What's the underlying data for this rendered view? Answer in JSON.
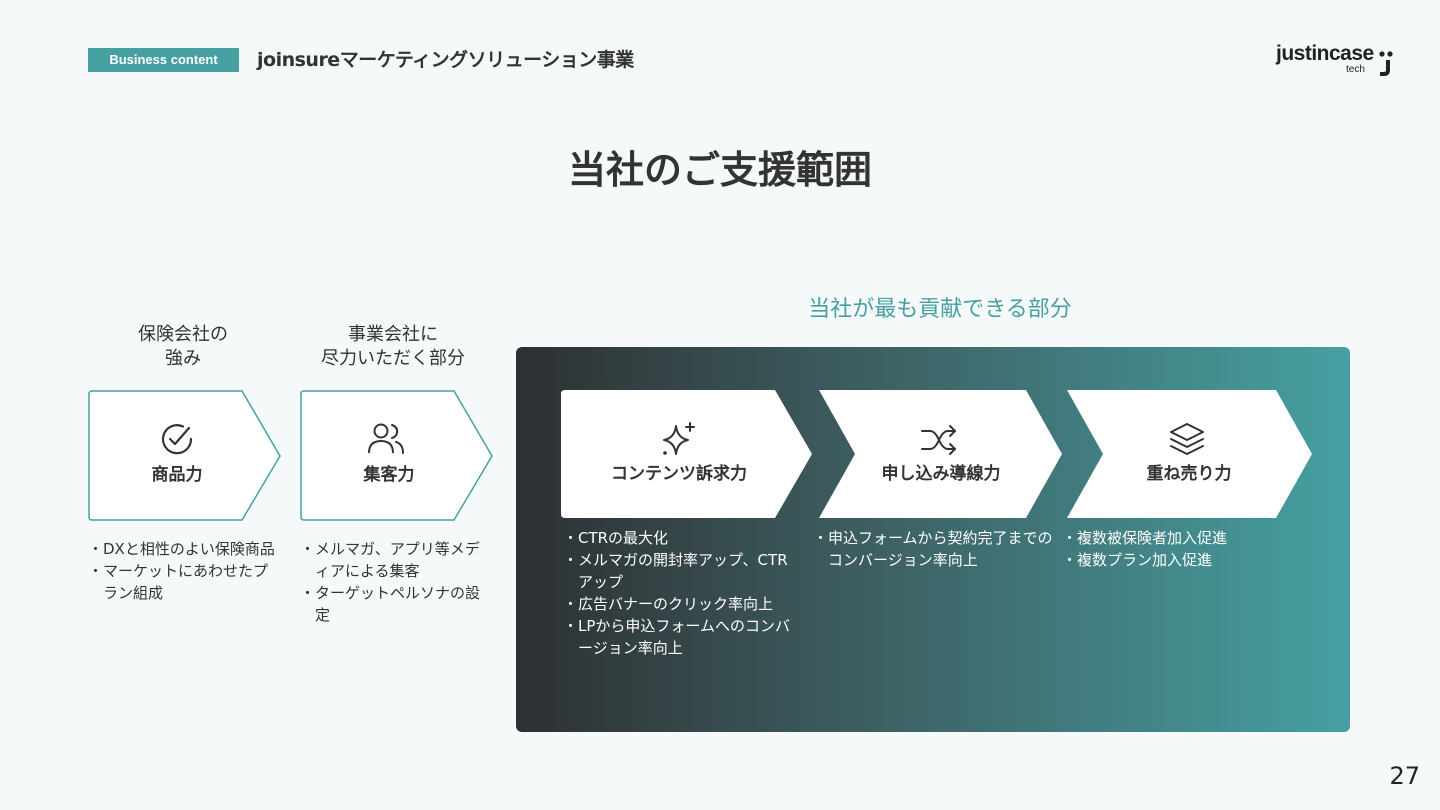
{
  "header": {
    "badge": "Business content",
    "title": "joinsureマーケティングソリューション事業",
    "logo_main": "justincase",
    "logo_sub": "tech"
  },
  "page_title": "当社のご支援範囲",
  "columns": [
    {
      "heading": [
        "保険会社の",
        "強み"
      ],
      "card_label": "商品力",
      "icon": "check-circle-icon",
      "bullets": [
        "・DXと相性のよい保険商品",
        "・マーケットにあわせたプラン組成"
      ]
    },
    {
      "heading": [
        "事業会社に",
        "尽力いただく部分"
      ],
      "card_label": "集客力",
      "icon": "users-icon",
      "bullets": [
        "・メルマガ、アプリ等メディアによる集客",
        "・ターゲットペルソナの設定"
      ]
    }
  ],
  "highlight": {
    "heading": "当社が最も貢献できる部分",
    "cards": [
      {
        "label": "コンテンツ訴求力",
        "icon": "sparkles-icon",
        "bullets": [
          "・CTRの最大化",
          "・メルマガの開封率アップ、CTRアップ",
          "・広告バナーのクリック率向上",
          "・LPから申込フォームへのコンバージョン率向上"
        ]
      },
      {
        "label": "申し込み導線力",
        "icon": "shuffle-icon",
        "bullets": [
          "・申込フォームから契約完了までのコンバージョン率向上"
        ]
      },
      {
        "label": "重ね売り力",
        "icon": "layers-icon",
        "bullets": [
          "・複数被保険者加入促進",
          "・複数プラン加入促進"
        ]
      }
    ]
  },
  "page_number": "27",
  "colors": {
    "accent": "#46a0a2",
    "dark": "#2d3032",
    "background": "#f5f9fa"
  }
}
